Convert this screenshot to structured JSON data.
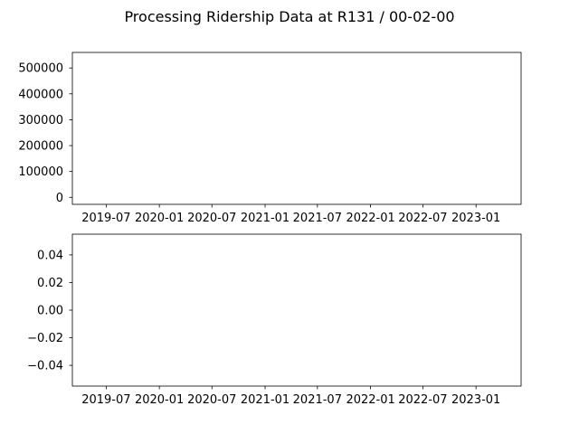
{
  "suptitle": "Processing Ridership Data at R131 / 00-02-00",
  "chart_data": [
    {
      "type": "line",
      "title": "",
      "xlabel": "",
      "ylabel": "",
      "x_tick_labels": [
        "2019-07",
        "2020-01",
        "2020-07",
        "2021-01",
        "2021-07",
        "2022-01",
        "2022-07",
        "2023-01"
      ],
      "y_tick_labels": [
        "0",
        "100000",
        "200000",
        "300000",
        "400000",
        "500000"
      ],
      "y_ticks": [
        0,
        100000,
        200000,
        300000,
        400000,
        500000
      ],
      "xlim": [
        "2019-03-06",
        "2023-06-06"
      ],
      "ylim": [
        -27000,
        560000
      ],
      "series": [],
      "grid": false
    },
    {
      "type": "line",
      "title": "",
      "xlabel": "",
      "ylabel": "",
      "x_tick_labels": [
        "2019-07",
        "2020-01",
        "2020-07",
        "2021-01",
        "2021-07",
        "2022-01",
        "2022-07",
        "2023-01"
      ],
      "y_tick_labels": [
        "0.04",
        "0.02",
        "0.00",
        "−0.02",
        "−0.04"
      ],
      "y_ticks": [
        0.04,
        0.02,
        0.0,
        -0.02,
        -0.04
      ],
      "xlim": [
        "2019-03-06",
        "2023-06-06"
      ],
      "ylim": [
        -0.055,
        0.055
      ],
      "series": [],
      "grid": false
    }
  ]
}
